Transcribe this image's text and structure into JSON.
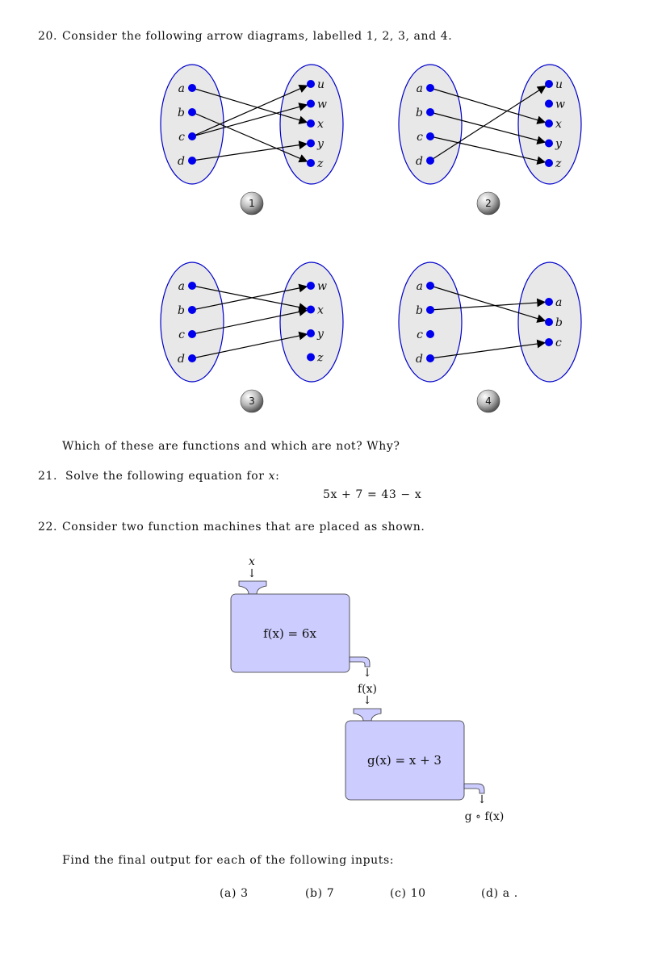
{
  "q20": {
    "number": "20.",
    "text": "Consider the following arrow diagrams, labelled 1, 2, 3, and 4.",
    "after_text": "Which of these are functions and which are not? Why?",
    "diagrams": [
      {
        "label": "1",
        "domain": [
          "a",
          "b",
          "c",
          "d"
        ],
        "codomain": [
          "u",
          "w",
          "x",
          "y",
          "z"
        ],
        "arrows": [
          [
            "a",
            "x"
          ],
          [
            "b",
            "z"
          ],
          [
            "c",
            "u"
          ],
          [
            "c",
            "w"
          ],
          [
            "d",
            "y"
          ]
        ]
      },
      {
        "label": "2",
        "domain": [
          "a",
          "b",
          "c",
          "d"
        ],
        "codomain": [
          "u",
          "w",
          "x",
          "y",
          "z"
        ],
        "arrows": [
          [
            "a",
            "x"
          ],
          [
            "b",
            "y"
          ],
          [
            "c",
            "z"
          ],
          [
            "d",
            "u"
          ]
        ]
      },
      {
        "label": "3",
        "domain": [
          "a",
          "b",
          "c",
          "d"
        ],
        "codomain": [
          "w",
          "x",
          "y",
          "z"
        ],
        "arrows": [
          [
            "a",
            "x"
          ],
          [
            "b",
            "w"
          ],
          [
            "c",
            "x"
          ],
          [
            "d",
            "y"
          ]
        ]
      },
      {
        "label": "4",
        "domain": [
          "a",
          "b",
          "c",
          "d"
        ],
        "codomain": [
          "a",
          "b",
          "c"
        ],
        "arrows": [
          [
            "a",
            "b"
          ],
          [
            "b",
            "a"
          ],
          [
            "d",
            "c"
          ]
        ]
      }
    ]
  },
  "q21": {
    "number": "21.",
    "text": "Solve the following equation for",
    "var": "x",
    "colon": ":",
    "equation": "5x + 7 = 43 − x"
  },
  "q22": {
    "number": "22.",
    "text": "Consider two function machines that are placed as shown.",
    "input": "x",
    "arrow": "↓",
    "machine1": "f(x) = 6x",
    "mid_output": "f(x)",
    "machine2": "g(x) = x + 3",
    "final_output": "g ∘ f(x)",
    "prompt": "Find the final output for each of the following inputs:",
    "inputs": [
      "(a) 3",
      "(b) 7",
      "(c) 10",
      "(d) a ."
    ]
  },
  "colors": {
    "ellipse_fill": "#e8e8e8",
    "ellipse_stroke": "#0000cc",
    "dot": "#0000ee",
    "machine_fill": "#ccccff",
    "machine_stroke": "#333333"
  }
}
